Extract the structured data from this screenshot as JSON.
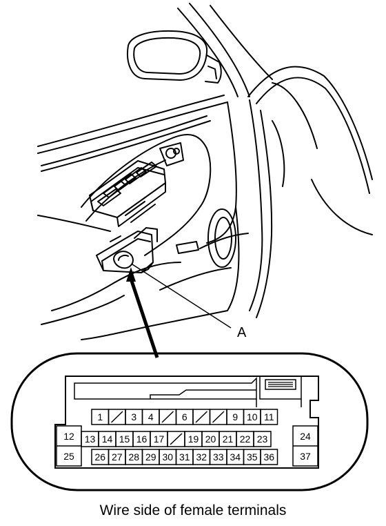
{
  "diagram": {
    "callout_label": "A",
    "caption": "Wire side of female terminals"
  },
  "connector": {
    "pins": [
      {
        "label": "1"
      },
      {
        "label": "3"
      },
      {
        "label": "4"
      },
      {
        "label": "6"
      },
      {
        "label": "9"
      },
      {
        "label": "10"
      },
      {
        "label": "11"
      },
      {
        "label": "12"
      },
      {
        "label": "13"
      },
      {
        "label": "14"
      },
      {
        "label": "15"
      },
      {
        "label": "16"
      },
      {
        "label": "17"
      },
      {
        "label": "19"
      },
      {
        "label": "20"
      },
      {
        "label": "21"
      },
      {
        "label": "22"
      },
      {
        "label": "23"
      },
      {
        "label": "24"
      },
      {
        "label": "25"
      },
      {
        "label": "26"
      },
      {
        "label": "27"
      },
      {
        "label": "28"
      },
      {
        "label": "29"
      },
      {
        "label": "30"
      },
      {
        "label": "31"
      },
      {
        "label": "32"
      },
      {
        "label": "33"
      },
      {
        "label": "34"
      },
      {
        "label": "35"
      },
      {
        "label": "36"
      },
      {
        "label": "37"
      }
    ]
  }
}
